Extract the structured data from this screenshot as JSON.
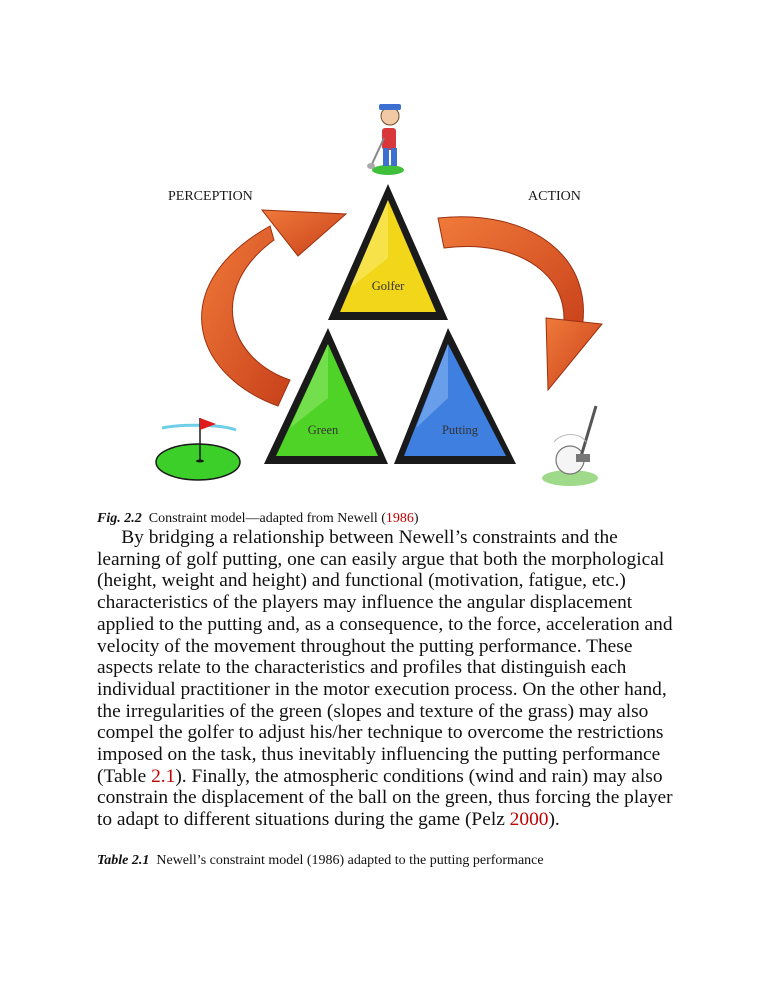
{
  "figure": {
    "labels": {
      "perception": "PERCEPTION",
      "action": "ACTION"
    },
    "triangles": {
      "top": "Golfer",
      "left": "Green",
      "right": "Putting"
    },
    "colors": {
      "arrow": "#e3541c",
      "golfer": "#f2d619",
      "green": "#4fd326",
      "putting": "#3f7fe0",
      "outline": "#1a1a1a"
    },
    "icons": [
      "golfer-cartoon-icon",
      "putting-green-flag-icon",
      "club-and-ball-icon"
    ]
  },
  "fig_caption": {
    "number": "Fig. 2.2",
    "text": "Constraint model—adapted from Newell (",
    "ref": "1986",
    "close": ")"
  },
  "body": {
    "p1": "By bridging a relationship between Newell’s constraints and the learning of golf putting, one can easily argue that both the morphological (height, weight and height) and functional (motivation, fatigue, etc.) characteristics of the players may influence the angular displacement applied to the putting and, as a consequence, to the force, acceleration and velocity of the movement throughout the putting performance. These aspects relate to the characteristics and profiles that distinguish each individual practitioner in the motor execution process. On the other hand, the irregularities of the green (slopes and texture of the grass) may also compel the golfer to adjust his/her technique to overcome the restrictions imposed on the task, thus inevitably influencing the putting performance (Table ",
    "ref_table": "2.1",
    "p2": "). Finally, the atmospheric conditions (wind and rain) may also constrain the displacement of the ball on the green, thus forcing the player to adapt to different situations during the game (Pelz ",
    "ref_pelz": "2000",
    "p3": ")."
  },
  "table_caption": {
    "number": "Table 2.1",
    "text": "Newell’s constraint model (1986) adapted to the putting performance"
  }
}
